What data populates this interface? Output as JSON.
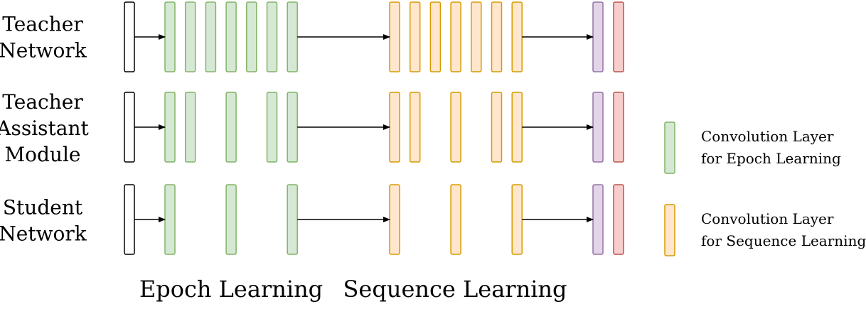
{
  "colors": {
    "input": {
      "fill": "#ffffff",
      "stroke": "#000000"
    },
    "epoch": {
      "fill": "#d5e8d4",
      "stroke": "#82b366"
    },
    "sequence": {
      "fill": "#ffe6cc",
      "stroke": "#d79b00"
    },
    "purple": {
      "fill": "#e1d5e7",
      "stroke": "#9673a6"
    },
    "red": {
      "fill": "#f8cecc",
      "stroke": "#b85450"
    },
    "arrow": "#000000"
  },
  "rows": [
    {
      "label_lines": [
        "Teacher",
        "Network"
      ],
      "epoch_layers": [
        1,
        2,
        3,
        4,
        5,
        6,
        7
      ],
      "sequence_layers": [
        1,
        2,
        3,
        4,
        5,
        6,
        7
      ]
    },
    {
      "label_lines": [
        "Teacher",
        "Assistant",
        "Module"
      ],
      "epoch_layers": [
        1,
        2,
        4,
        6,
        7
      ],
      "sequence_layers": [
        1,
        2,
        4,
        6,
        7
      ]
    },
    {
      "label_lines": [
        "Student",
        "Network"
      ],
      "epoch_layers": [
        1,
        4,
        7
      ],
      "sequence_layers": [
        1,
        4,
        7
      ]
    }
  ],
  "bottom_labels": {
    "epoch": "Epoch Learning",
    "sequence": "Sequence Learning"
  },
  "legend": [
    {
      "kind": "epoch",
      "lines": [
        "Convolution Layer",
        "for Epoch Learning"
      ]
    },
    {
      "kind": "sequence",
      "lines": [
        "Convolution Layer",
        "for Sequence Learning"
      ]
    }
  ]
}
